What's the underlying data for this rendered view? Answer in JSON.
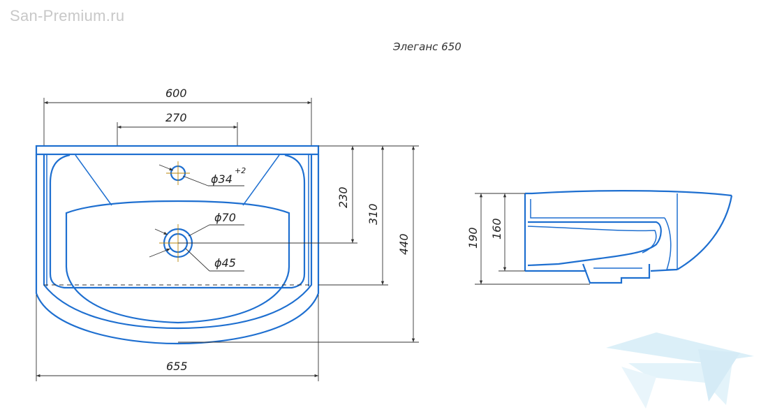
{
  "watermark": {
    "site": "San-Premium.ru"
  },
  "title": "Элеганс 650",
  "front_view": {
    "dims": {
      "width_top": "600",
      "mixer_span": "270",
      "width_total": "655",
      "depth_230": "230",
      "depth_310": "310",
      "depth_440": "440",
      "hole_mixer": "ϕ34",
      "hole_mixer_tol": "+2",
      "hole_drain_outer": "ϕ70",
      "hole_drain_inner": "ϕ45"
    }
  },
  "side_view": {
    "dims": {
      "height_190": "190",
      "height_160": "160"
    }
  },
  "colors": {
    "outline": "#1e6fd0",
    "dimension": "#333333",
    "watermark": "#c8c8c8",
    "logo": "#bfe3f3"
  },
  "icons": {
    "logo": "bathtub-logo-icon"
  }
}
